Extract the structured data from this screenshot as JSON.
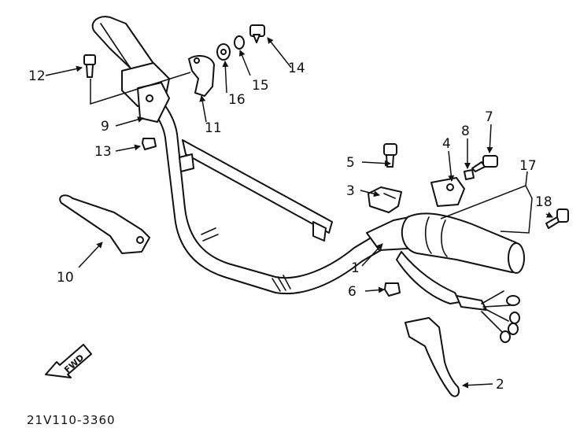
{
  "diagram_code": "21V110-3360",
  "fwd_label": "FWD",
  "callouts": [
    {
      "id": "c1",
      "label": "1"
    },
    {
      "id": "c2",
      "label": "2"
    },
    {
      "id": "c3",
      "label": "3"
    },
    {
      "id": "c4",
      "label": "4"
    },
    {
      "id": "c5",
      "label": "5"
    },
    {
      "id": "c6",
      "label": "6"
    },
    {
      "id": "c7",
      "label": "7"
    },
    {
      "id": "c8",
      "label": "8"
    },
    {
      "id": "c9",
      "label": "9"
    },
    {
      "id": "c10",
      "label": "10"
    },
    {
      "id": "c11",
      "label": "11"
    },
    {
      "id": "c12",
      "label": "12"
    },
    {
      "id": "c13",
      "label": "13"
    },
    {
      "id": "c14",
      "label": "14"
    },
    {
      "id": "c15",
      "label": "15"
    },
    {
      "id": "c16",
      "label": "16"
    },
    {
      "id": "c17",
      "label": "17"
    },
    {
      "id": "c18",
      "label": "18"
    }
  ]
}
